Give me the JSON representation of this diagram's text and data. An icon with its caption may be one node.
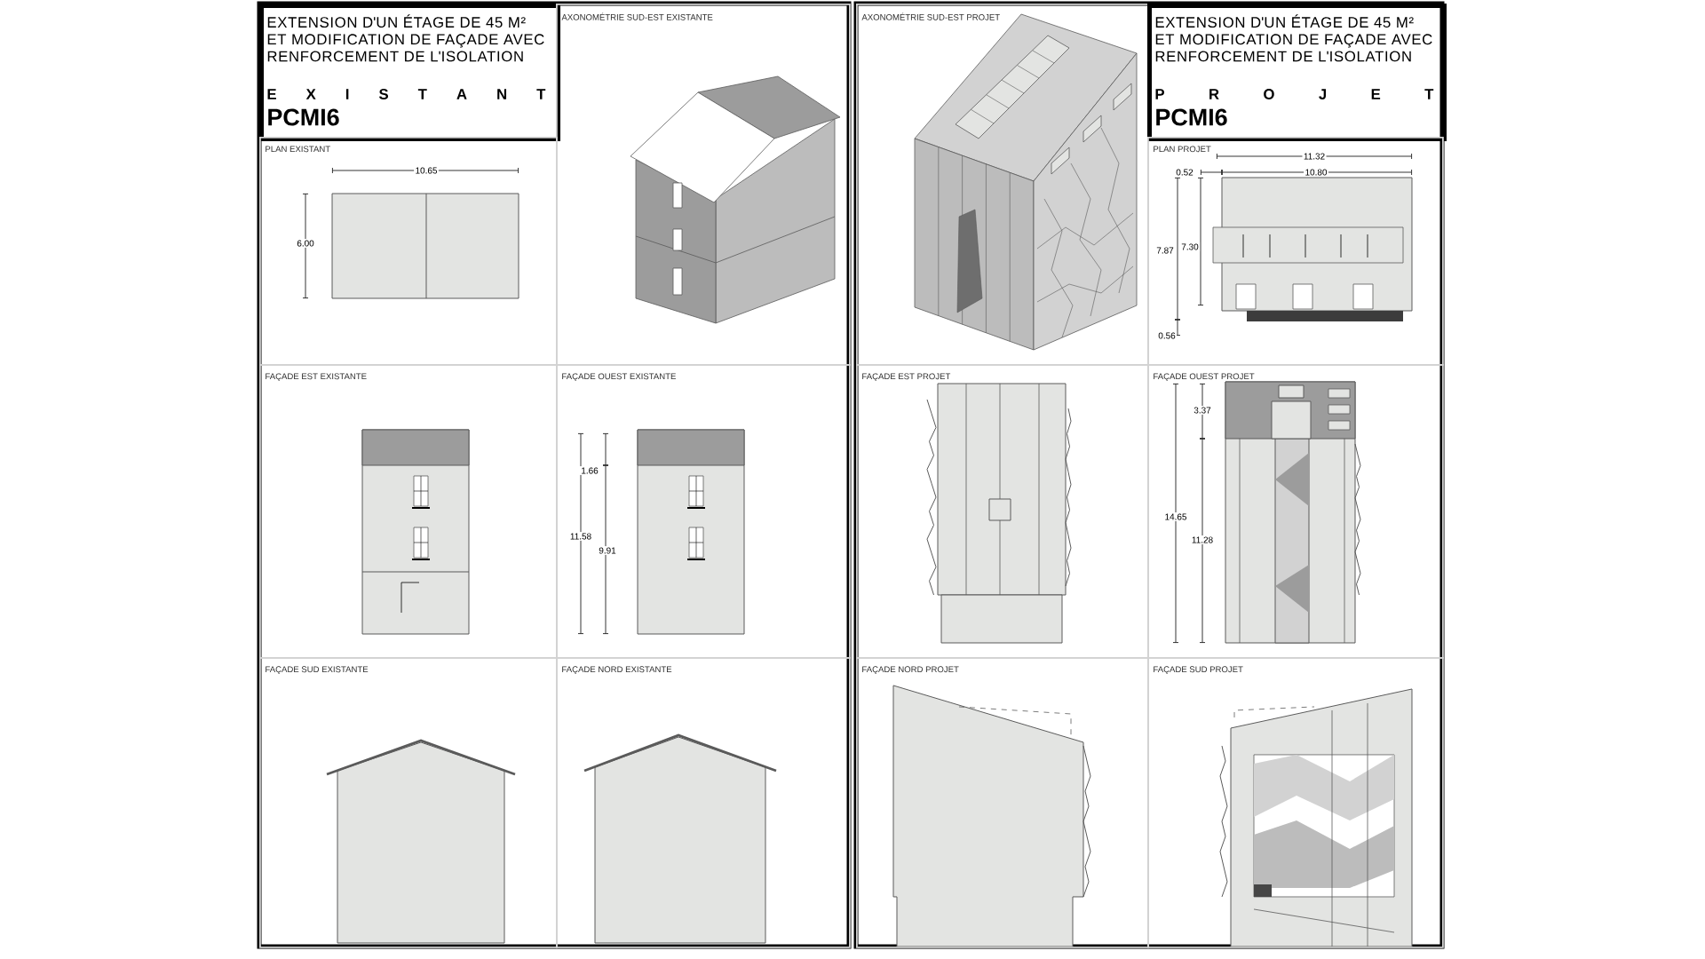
{
  "diagram": {
    "nodes": [
      {
        "text": [
          "EXTENSION D'UN ÉTAGE DE 45 M² ET MODIFICATION DE FAÇADE AVEC RENFORCEMENT DE L'ISOLATION",
          "E X I S T A N T",
          "PCMI6"
        ]
      },
      {
        "text": [
          "AXONOMÉTRIE SUD-EST EXISTANTE"
        ]
      },
      {
        "text": [
          "PLAN EXISTANT"
        ]
      },
      {
        "text": [
          "FAÇADE EST EXISTANTE"
        ]
      },
      {
        "text": [
          "FAÇADE OUEST EXISTANTE"
        ]
      },
      {
        "text": [
          "FAÇADE SUD EXISTANTE"
        ]
      },
      {
        "text": [
          "FAÇADE NORD EXISTANTE"
        ]
      },
      {
        "text": [
          "AXONOMÉTRIE SUD-EST PROJET"
        ]
      },
      {
        "text": [
          "EXTENSION D'UN ÉTAGE DE 45 M² ET MODIFICATION DE FAÇADE AVEC RENFORCEMENT DE L'ISOLATION",
          "P R O J E T",
          "PCMI6"
        ]
      },
      {
        "text": [
          "PLAN PROJET"
        ]
      },
      {
        "text": [
          "FAÇADE EST PROJET"
        ]
      },
      {
        "text": [
          "FAÇADE OUEST PROJET"
        ]
      },
      {
        "text": [
          "FAÇADE NORD PROJET"
        ]
      },
      {
        "text": [
          "FAÇADE SUD PROJET"
        ]
      }
    ],
    "labels": [
      "10.65",
      "6.00",
      "11.32",
      "10.80",
      "0.52",
      "7.87",
      "7.30",
      "0.56",
      "1.66",
      "11.58",
      "9.91",
      "3.37",
      "14.65",
      "11.28"
    ]
  }
}
